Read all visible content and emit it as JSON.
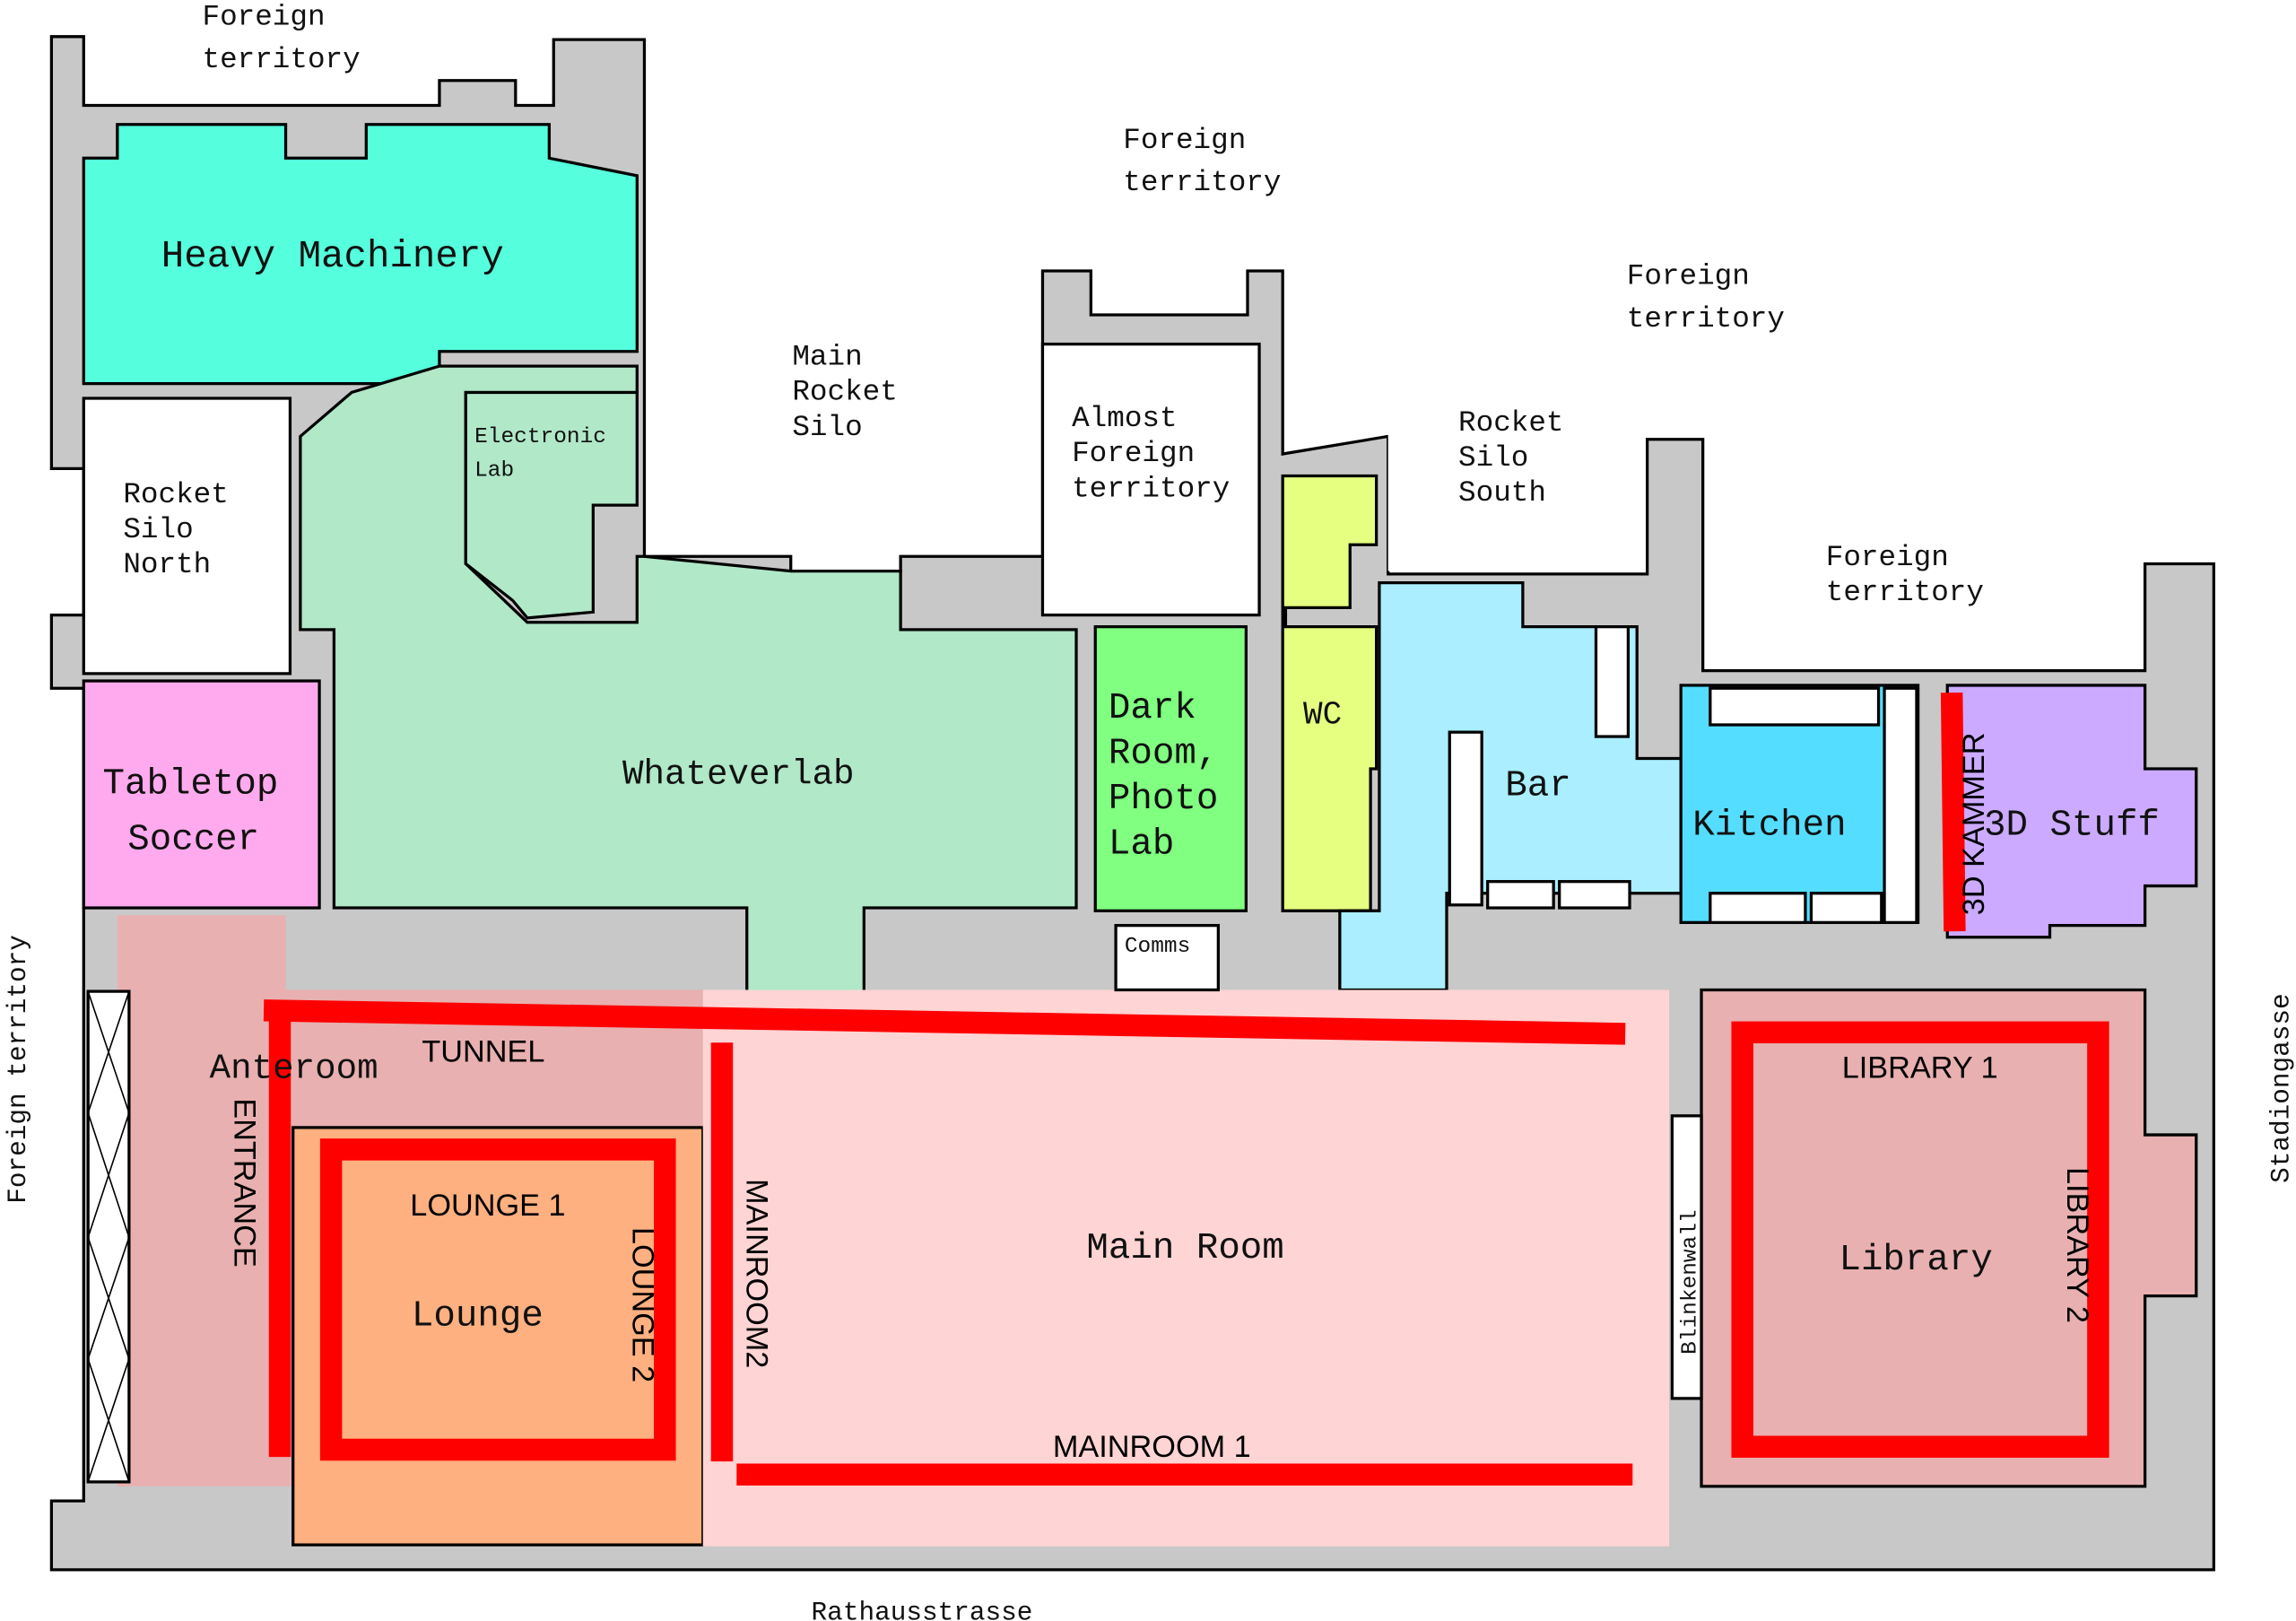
{
  "colors": {
    "wall": "#c8c8c8",
    "heavy_machinery": "#55ffdd",
    "whateverlab": "#b0e8c8",
    "tabletop_soccer": "#ffaaee",
    "dark_room": "#80ff80",
    "wc": "#e6ff80",
    "bar": "#aaeeff",
    "kitchen": "#55ddff",
    "stuff_3d": "#ccaaff",
    "anteroom": "#e8b0b0",
    "lounge": "#ffb080",
    "main_room": "#ffd4d4",
    "library": "#e8b0b0",
    "zone": "#ff0000"
  },
  "rooms": {
    "heavy_machinery": "Heavy Machinery",
    "electronic_lab": [
      "Electronic",
      "Lab"
    ],
    "whateverlab": "Whateverlab",
    "rocket_silo_north": [
      "Rocket",
      "Silo",
      "North"
    ],
    "main_rocket_silo": [
      "Main",
      "Rocket",
      "Silo"
    ],
    "almost_foreign": [
      "Almost",
      "Foreign",
      "territory"
    ],
    "rocket_silo_south": [
      "Rocket",
      "Silo",
      "South"
    ],
    "tabletop_soccer": [
      "Tabletop",
      "Soccer"
    ],
    "dark_room": [
      "Dark",
      "Room,",
      "Photo",
      "Lab"
    ],
    "wc": "WC",
    "bar": "Bar",
    "kitchen": "Kitchen",
    "stuff_3d": "3D Stuff",
    "comms": "Comms",
    "anteroom": "Anteroom",
    "lounge": "Lounge",
    "main_room": "Main Room",
    "blinkenwall": "Blinkenwall",
    "library": "Library"
  },
  "surroundings": {
    "foreign_top_left": [
      "Foreign",
      "territory"
    ],
    "foreign_top_mid": [
      "Foreign",
      "territory"
    ],
    "foreign_top_right": [
      "Foreign",
      "territory"
    ],
    "foreign_right": [
      "Foreign",
      "territory"
    ],
    "foreign_left": "Foreign territory",
    "street_bottom": "Rathausstrasse",
    "street_right": "Stadiongasse"
  },
  "zones": {
    "tunnel": "TUNNEL",
    "entrance": "ENTRANCE",
    "lounge_1": "LOUNGE 1",
    "lounge_2": "LOUNGE 2",
    "mainroom_2": "MAINROOM2",
    "mainroom_1": "MAINROOM 1",
    "library_1": "LIBRARY 1",
    "library_2": "LIBRARY 2",
    "kammer_3d": "3D KAMMER"
  }
}
